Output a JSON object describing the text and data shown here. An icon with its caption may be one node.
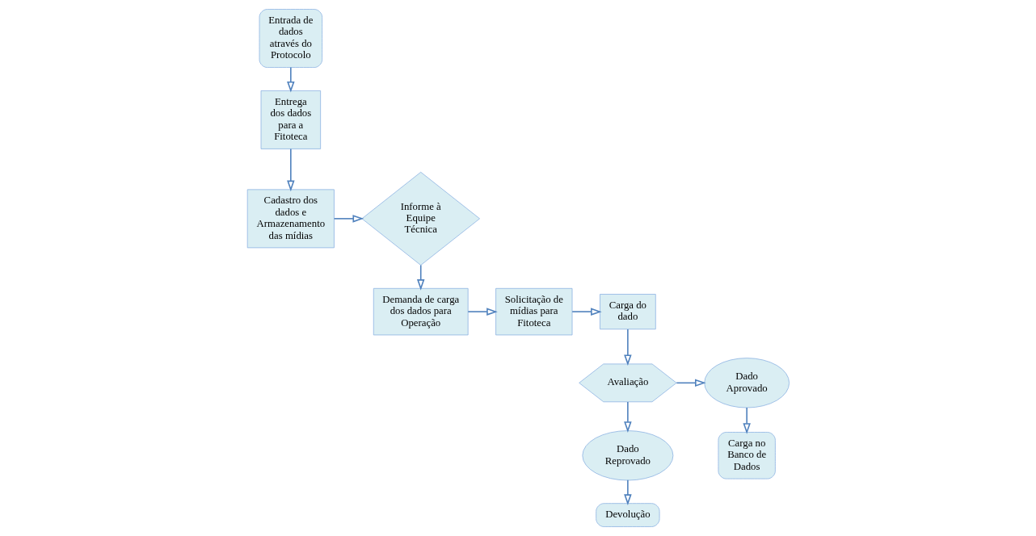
{
  "diagram": {
    "nodes": [
      {
        "text": [
          "Entrada de dados através do Protocolo"
        ]
      },
      {
        "text": [
          "Entrega dos dados para a Fitoteca"
        ]
      },
      {
        "text": [
          "Cadastro dos dados e Armazenamento das mídias"
        ]
      },
      {
        "text": [
          "Informe à Equipe Técnica"
        ]
      },
      {
        "text": [
          "Demanda de carga dos dados para Operação"
        ]
      },
      {
        "text": [
          "Solicitação de mídias para Fitoteca"
        ]
      },
      {
        "text": [
          "Carga do dado"
        ]
      },
      {
        "text": [
          "Avaliação"
        ]
      },
      {
        "text": [
          "Dado Aprovado"
        ]
      },
      {
        "text": [
          "Carga no Banco de Dados"
        ]
      },
      {
        "text": [
          "Dado Reprovado"
        ]
      },
      {
        "text": [
          "Devolução"
        ]
      }
    ],
    "edges": [
      {
        "from": 0,
        "to": 1,
        "arrow": "to"
      },
      {
        "from": 1,
        "to": 2,
        "arrow": "to"
      },
      {
        "from": 2,
        "to": 3,
        "arrow": "to"
      },
      {
        "from": 3,
        "to": 4,
        "arrow": "to"
      },
      {
        "from": 4,
        "to": 5,
        "arrow": "to"
      },
      {
        "from": 5,
        "to": 6,
        "arrow": "to"
      },
      {
        "from": 6,
        "to": 7,
        "arrow": "to"
      },
      {
        "from": 7,
        "to": 8,
        "arrow": "to"
      },
      {
        "from": 8,
        "to": 9,
        "arrow": "to"
      },
      {
        "from": 7,
        "to": 10,
        "arrow": "to"
      },
      {
        "from": 10,
        "to": 11,
        "arrow": "to"
      }
    ]
  }
}
